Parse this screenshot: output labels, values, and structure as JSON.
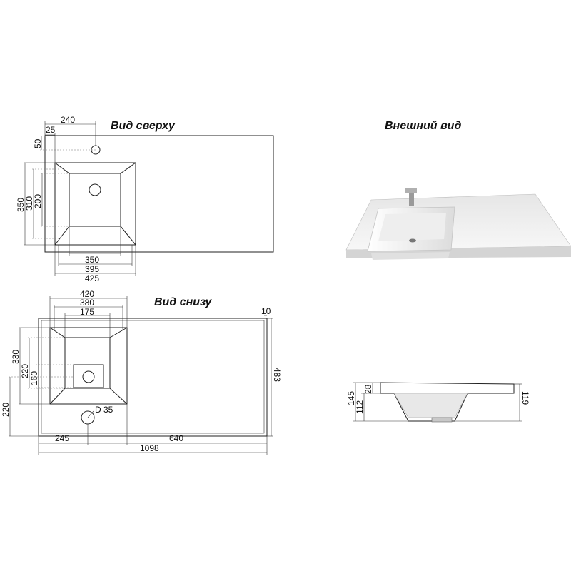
{
  "titles": {
    "top_view": "Вид сверху",
    "exterior_view": "Внешний вид",
    "bottom_view": "Вид снизу"
  },
  "top_view": {
    "d_240": "240",
    "d_25": "25",
    "d_50": "50",
    "d_350_v": "350",
    "d_310": "310",
    "d_200": "200",
    "d_350_h": "350",
    "d_395": "395",
    "d_425": "425"
  },
  "bottom_view": {
    "d_420": "420",
    "d_380": "380",
    "d_175": "175",
    "d_10": "10",
    "d_330": "330",
    "d_220_inner": "220",
    "d_160": "160",
    "d_220_outer": "220",
    "d_483": "483",
    "d_diameter": "D 35",
    "d_245": "245",
    "d_640": "640",
    "d_1098": "1098"
  },
  "side_view": {
    "d_145": "145",
    "d_112": "112",
    "d_28": "28",
    "d_119": "119"
  },
  "colors": {
    "line": "#222222",
    "basin_white": "#f4f4f4",
    "basin_shadow": "#cfcfcf"
  }
}
